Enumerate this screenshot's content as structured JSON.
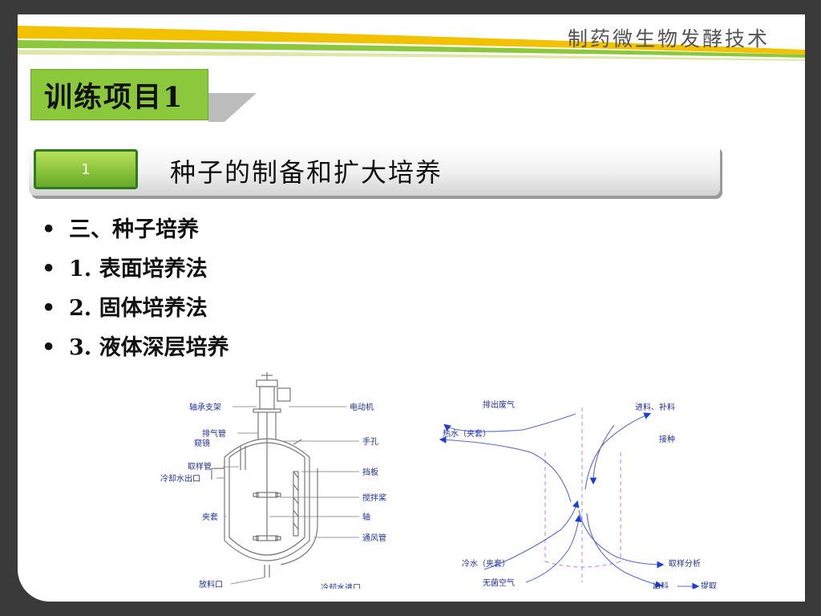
{
  "header": {
    "course_title": "制药微生物发酵技术"
  },
  "project": {
    "label": "训练项目1"
  },
  "section": {
    "number": "1",
    "title": "种子的制备和扩大培养"
  },
  "bullets": [
    {
      "marker": "•",
      "text": "三、种子培养"
    },
    {
      "marker": "•",
      "text": "1. 表面培养法"
    },
    {
      "marker": "•",
      "text": "2. 固体培养法"
    },
    {
      "marker": "•",
      "text": "3. 液体深层培养"
    }
  ],
  "fermenter_labels": {
    "bearing_support": "轴承支架",
    "motor": "电动机",
    "exhaust_pipe": "排气管",
    "sight_glass": "窥镜",
    "hand_hole": "手孔",
    "sampling_pipe": "取样管",
    "cooling_water_outlet": "冷却水出口",
    "baffle": "挡板",
    "impeller": "搅拌桨",
    "jacket": "夹套",
    "shaft": "轴",
    "aeration_pipe": "通风管",
    "discharge_port": "放料口",
    "cooling_water_inlet": "冷却水进口"
  },
  "flow_labels": {
    "exhaust_gas": "排出废气",
    "feed_supplement": "进料、补料",
    "hot_water": "热水（夹套）",
    "inoculation": "接种",
    "cold_water": "冷水（夹套）",
    "sampling_analysis": "取样分析",
    "sterile_air": "无菌空气",
    "discharge": "出料",
    "extraction": "提取"
  },
  "colors": {
    "accent_green": "#8cc83c",
    "label_blue": "#1f2fa0",
    "line_gray": "#777777",
    "arrow_blue": "#1a3fd6",
    "dash_purple": "#c080d0"
  }
}
